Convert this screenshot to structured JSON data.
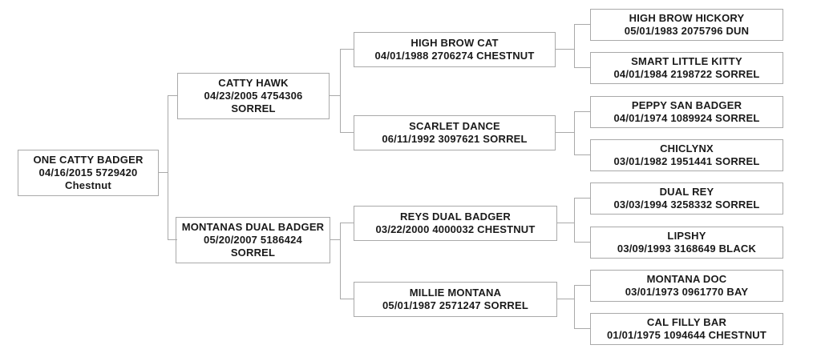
{
  "pedigree": {
    "diagram_type": "horse-pedigree-tree",
    "colors": {
      "background": "#ffffff",
      "box_border": "#a9a9a9",
      "connector_line": "#a9a9a9",
      "text": "#1a1a1a"
    },
    "nodes": {
      "subject": {
        "name": "ONE CATTY BADGER",
        "details": "04/16/2015 5729420",
        "color": "Chestnut"
      },
      "sire": {
        "name": "CATTY HAWK",
        "details": "04/23/2005 4754306",
        "color": "SORREL"
      },
      "dam": {
        "name": "MONTANAS DUAL BADGER",
        "details": "05/20/2007 5186424",
        "color": "SORREL"
      },
      "sire_sire": {
        "name": "HIGH BROW CAT",
        "details": "04/01/1988 2706274 CHESTNUT"
      },
      "sire_dam": {
        "name": "SCARLET DANCE",
        "details": "06/11/1992 3097621 SORREL"
      },
      "dam_sire": {
        "name": "REYS DUAL BADGER",
        "details": "03/22/2000 4000032 CHESTNUT"
      },
      "dam_dam": {
        "name": "MILLIE MONTANA",
        "details": "05/01/1987 2571247 SORREL"
      },
      "sire_sire_sire": {
        "name": "HIGH BROW HICKORY",
        "details": "05/01/1983 2075796 DUN"
      },
      "sire_sire_dam": {
        "name": "SMART LITTLE KITTY",
        "details": "04/01/1984 2198722 SORREL"
      },
      "sire_dam_sire": {
        "name": "PEPPY SAN BADGER",
        "details": "04/01/1974 1089924 SORREL"
      },
      "sire_dam_dam": {
        "name": "CHICLYNX",
        "details": "03/01/1982 1951441 SORREL"
      },
      "dam_sire_sire": {
        "name": "DUAL REY",
        "details": "03/03/1994 3258332 SORREL"
      },
      "dam_sire_dam": {
        "name": "LIPSHY",
        "details": "03/09/1993 3168649 BLACK"
      },
      "dam_dam_sire": {
        "name": "MONTANA DOC",
        "details": "03/01/1973 0961770 BAY"
      },
      "dam_dam_dam": {
        "name": "CAL FILLY BAR",
        "details": "01/01/1975 1094644 CHESTNUT"
      }
    }
  }
}
